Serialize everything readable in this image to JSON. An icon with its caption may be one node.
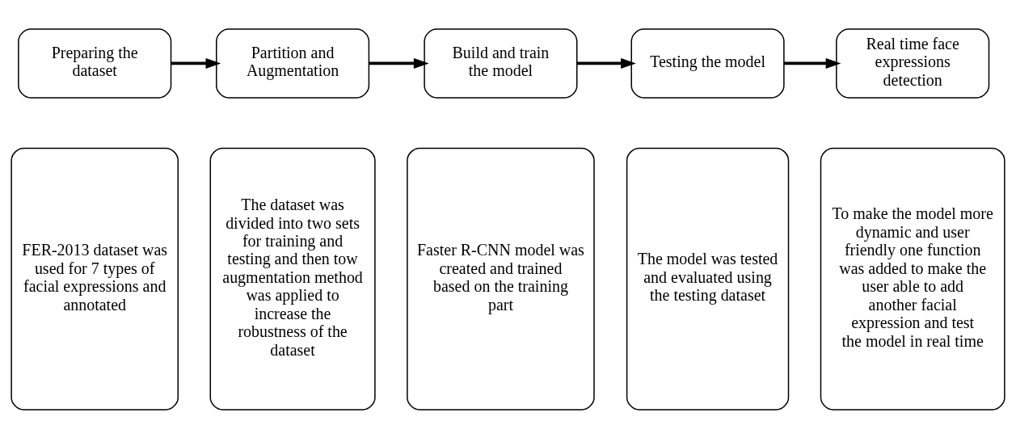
{
  "diagram": {
    "nodes": [
      {
        "text": [
          "Preparing the dataset"
        ]
      },
      {
        "text": [
          "Partition and Augmentation"
        ]
      },
      {
        "text": [
          "Build and train the model"
        ]
      },
      {
        "text": [
          "Testing the model"
        ]
      },
      {
        "text": [
          "Real time face expressions detection"
        ]
      },
      {
        "text": [
          "FER-2013 dataset was used for 7 types of facial expressions and annotated"
        ]
      },
      {
        "text": [
          "The dataset was divided into two sets for training and testing and then tow augmentation method was applied to increase the robustness of the dataset"
        ]
      },
      {
        "text": [
          "Faster R-CNN model was created and trained based on the training part"
        ]
      },
      {
        "text": [
          "The model was tested and evaluated using the testing dataset"
        ]
      },
      {
        "text": [
          "To make the model more dynamic and user friendly one function was added to make the user able to add another facial expression and test the model in real time"
        ]
      }
    ],
    "edges": [
      {
        "from": 0,
        "to": 1,
        "arrow": "to"
      },
      {
        "from": 1,
        "to": 2,
        "arrow": "to"
      },
      {
        "from": 2,
        "to": 3,
        "arrow": "to"
      },
      {
        "from": 3,
        "to": 4,
        "arrow": "to"
      }
    ]
  }
}
